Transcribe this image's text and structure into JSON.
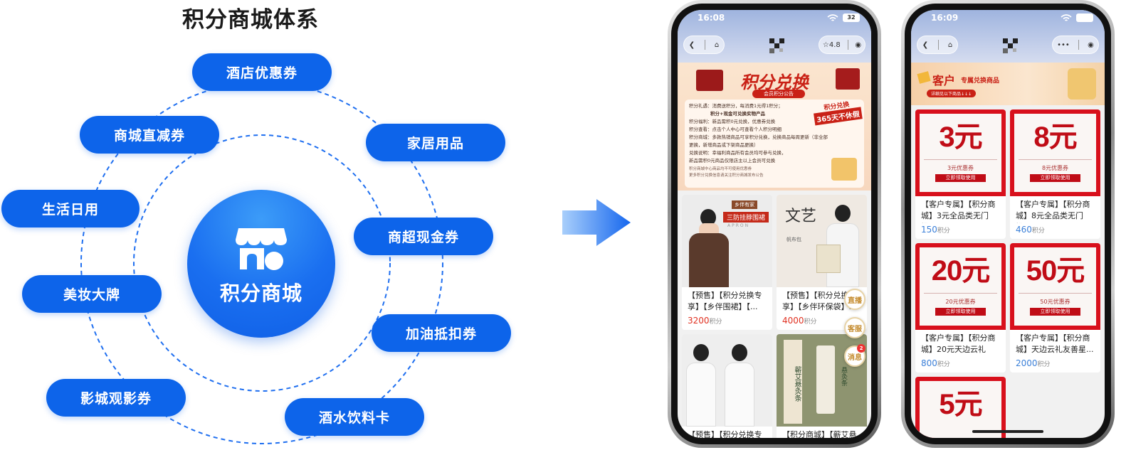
{
  "diagram": {
    "title": "积分商城体系",
    "hub_label": "积分商城",
    "categories": [
      "酒店优惠券",
      "商城直减券",
      "家居用品",
      "生活日用",
      "商超现金券",
      "美妆大牌",
      "加油抵扣券",
      "影城观影券",
      "酒水饮料卡"
    ]
  },
  "colors": {
    "primary": "#0d64ea",
    "hub_light": "#3c9cf8",
    "ring": "#1f6ff0",
    "coupon_red": "#d8101c",
    "price_red": "#e03020",
    "price_blue": "#3a7fd8"
  },
  "phone1": {
    "time": "16:08",
    "battery": "32",
    "rating": "☆4.8",
    "banner": {
      "title": "积分兑换",
      "subtitle": "会员积分公告",
      "badge_top": "积分兑换",
      "badge_bottom": "365天不休假",
      "rules": [
        "积分礼遇：消费送积分，每消费1元得1积分；",
        "积分+现金可兑换实物产品",
        "积分福利：新品需积0元兑换，优惠券兑换",
        "积分查看：点击个人中心可查看个人积分明细",
        "积分商城：多款热销商品可享积分兑换，兑换商品每周更新（非全部",
        "更换，新增商品或下架商品更换）",
        "兑换说明：幸福利商品所有会员均可参与兑换，",
        "新品需积0元商品仅限店主以上会员可兑换",
        "积分商城中心商品均不可使用优惠券",
        "更多积分兑换信息请关注积分商城发布公告"
      ]
    },
    "products": [
      {
        "title": "【预售】【积分兑换专享】【乡伴围裙】【...",
        "price": "3200",
        "unit": "积分",
        "tag": "乡伴有家",
        "caption": "三防挂脖围裙",
        "caption2": "APRON"
      },
      {
        "title": "【预售】【积分兑换专享】【乡伴环保袋】...",
        "price": "4000",
        "unit": "积分",
        "tag": "文艺",
        "caption": "帆布包"
      },
      {
        "title": "【预售】【积分兑换专",
        "price": "",
        "unit": "",
        "tag": "",
        "caption": ""
      },
      {
        "title": "【积分商城】【蕲艾悬",
        "price": "",
        "unit": "",
        "tag": "蕲艾悬灸条",
        "caption": "悬灸条"
      }
    ],
    "floats": [
      {
        "label": "直播"
      },
      {
        "label": "客服"
      },
      {
        "label": "消息",
        "badge": "2"
      }
    ]
  },
  "phone2": {
    "time": "16:09",
    "banner": {
      "title": "客户",
      "subtitle": "专属兑换商品",
      "note": "详细见以下商品↓↓↓"
    },
    "coupons": [
      {
        "amount": "3元",
        "sub": "3元优惠券",
        "btn": "立即领取使用",
        "title": "【客户专属】【积分商城】3元全品类无门槛...",
        "price": "150",
        "unit": "积分"
      },
      {
        "amount": "8元",
        "sub": "8元优惠券",
        "btn": "立即领取使用",
        "title": "【客户专属】【积分商城】8元全品类无门槛...",
        "price": "460",
        "unit": "积分"
      },
      {
        "amount": "20元",
        "sub": "20元优惠券",
        "btn": "立即领取使用",
        "title": "【客户专属】【积分商城】20元天边云礼五...",
        "price": "800",
        "unit": "积分"
      },
      {
        "amount": "50元",
        "sub": "50元优惠券",
        "btn": "立即领取使用",
        "title": "【客户专属】【积分商城】天边云礼友善星...",
        "price": "2000",
        "unit": "积分"
      },
      {
        "amount": "5元",
        "sub": "",
        "btn": "",
        "title": "",
        "price": "",
        "unit": ""
      }
    ]
  }
}
